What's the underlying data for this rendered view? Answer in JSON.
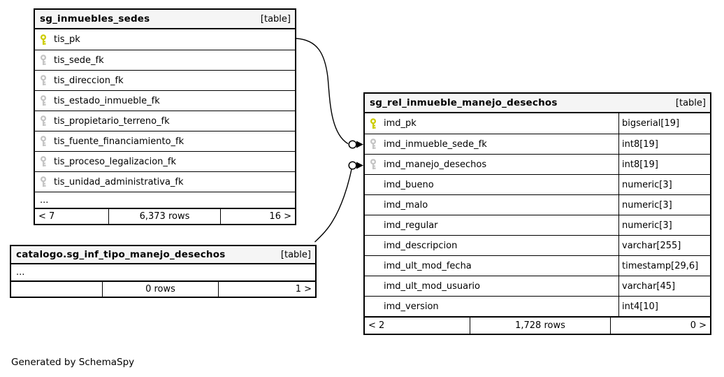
{
  "diagram": {
    "generated_note": "Generated by SchemaSpy",
    "colors": {
      "primary_key": "#cccc00",
      "foreign_key": "#c4c4c4",
      "header_bg": "#f5f5f5",
      "border": "#000000"
    }
  },
  "tables": {
    "inmuebles": {
      "title": "sg_inmuebles_sedes",
      "badge": "[table]",
      "ellipsis": "...",
      "rows": [
        {
          "name": "tis_pk",
          "key": "pk"
        },
        {
          "name": "tis_sede_fk",
          "key": "fk"
        },
        {
          "name": "tis_direccion_fk",
          "key": "fk"
        },
        {
          "name": "tis_estado_inmueble_fk",
          "key": "fk"
        },
        {
          "name": "tis_propietario_terreno_fk",
          "key": "fk"
        },
        {
          "name": "tis_fuente_financiamiento_fk",
          "key": "fk"
        },
        {
          "name": "tis_proceso_legalizacion_fk",
          "key": "fk"
        },
        {
          "name": "tis_unidad_administrativa_fk",
          "key": "fk"
        }
      ],
      "footer": {
        "left": "< 7",
        "center": "6,373 rows",
        "right": "16 >"
      }
    },
    "catalogo": {
      "title": "catalogo.sg_inf_tipo_manejo_desechos",
      "badge": "[table]",
      "ellipsis": "...",
      "footer": {
        "left": "",
        "center": "0 rows",
        "right": "1 >"
      }
    },
    "rel": {
      "title": "sg_rel_inmueble_manejo_desechos",
      "badge": "[table]",
      "rows": [
        {
          "name": "imd_pk",
          "type": "bigserial[19]",
          "key": "pk"
        },
        {
          "name": "imd_inmueble_sede_fk",
          "type": "int8[19]",
          "key": "fk"
        },
        {
          "name": "imd_manejo_desechos",
          "type": "int8[19]",
          "key": "fk"
        },
        {
          "name": "imd_bueno",
          "type": "numeric[3]",
          "key": "none"
        },
        {
          "name": "imd_malo",
          "type": "numeric[3]",
          "key": "none"
        },
        {
          "name": "imd_regular",
          "type": "numeric[3]",
          "key": "none"
        },
        {
          "name": "imd_descripcion",
          "type": "varchar[255]",
          "key": "none"
        },
        {
          "name": "imd_ult_mod_fecha",
          "type": "timestamp[29,6]",
          "key": "none"
        },
        {
          "name": "imd_ult_mod_usuario",
          "type": "varchar[45]",
          "key": "none"
        },
        {
          "name": "imd_version",
          "type": "int4[10]",
          "key": "none"
        }
      ],
      "footer": {
        "left": "< 2",
        "center": "1,728 rows",
        "right": "0 >"
      }
    }
  }
}
